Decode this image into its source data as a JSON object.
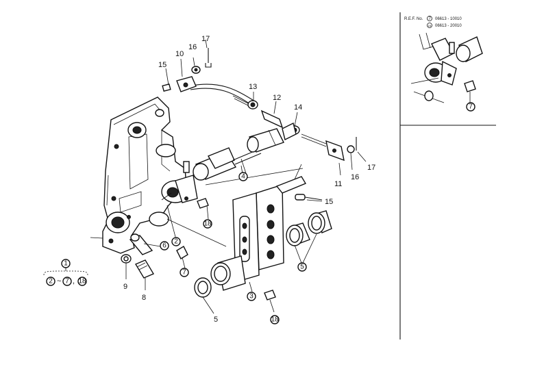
{
  "labels": {
    "l17a": "17",
    "l16a": "16",
    "l10": "10",
    "l15a": "15",
    "l13": "13",
    "l12": "12",
    "l14": "14",
    "l17b": "17",
    "l16b": "16",
    "l11": "11",
    "l15b": "15",
    "l4": "4",
    "l18a": "18",
    "l2": "2",
    "l6": "6",
    "l7": "7",
    "l9": "9",
    "l8": "8",
    "l5a": "5",
    "l3": "3",
    "l18b": "18",
    "l5b": "5"
  },
  "assembly": {
    "main": "1",
    "p2": "2",
    "p7": "7",
    "p18": "18",
    "tilde": "~",
    "comma": ","
  },
  "ref_box": {
    "prefix": "R.E.F. No.",
    "row1_mark": "7",
    "row1_code": "06613 - 10010",
    "row2_mark": "18",
    "row2_code": "06613 - 20010",
    "inset_label": "7"
  }
}
